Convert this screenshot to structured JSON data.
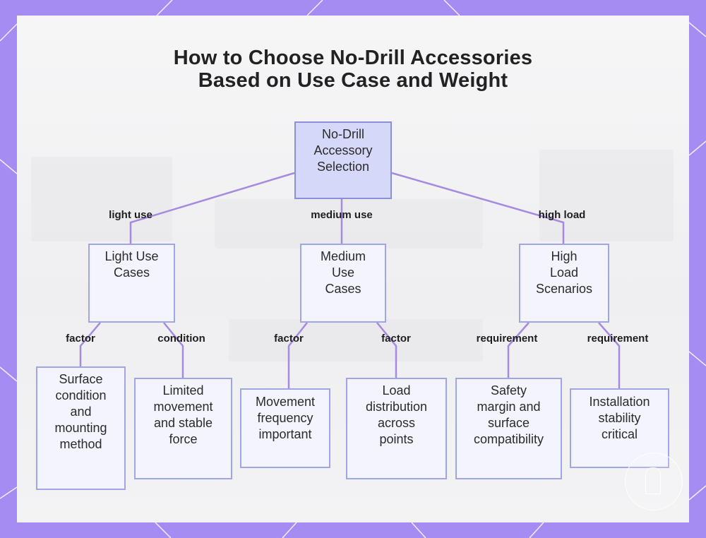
{
  "diagram": {
    "title_lines": [
      "How to Choose No-Drill Accessories",
      "Based on Use Case and Weight"
    ],
    "nodes": {
      "root": "No-Drill\nAccessory\nSelection",
      "light": "Light Use\nCases",
      "medium": "Medium\nUse\nCases",
      "high": "High\nLoad\nScenarios",
      "surface": "Surface\ncondition\nand\nmounting\nmethod",
      "limited": "Limited\nmovement\nand stable\nforce",
      "movement": "Movement\nfrequency\nimportant",
      "load": "Load\ndistribution\nacross\npoints",
      "safety": "Safety\nmargin and\nsurface\ncompatibility",
      "install": "Installation\nstability\ncritical"
    },
    "edges": [
      {
        "from": "root",
        "to": "light",
        "label": "light use"
      },
      {
        "from": "root",
        "to": "medium",
        "label": "medium use"
      },
      {
        "from": "root",
        "to": "high",
        "label": "high load"
      },
      {
        "from": "light",
        "to": "surface",
        "label": "factor"
      },
      {
        "from": "light",
        "to": "limited",
        "label": "condition"
      },
      {
        "from": "medium",
        "to": "movement",
        "label": "factor"
      },
      {
        "from": "medium",
        "to": "load",
        "label": "factor"
      },
      {
        "from": "high",
        "to": "safety",
        "label": "requirement"
      },
      {
        "from": "high",
        "to": "install",
        "label": "requirement"
      }
    ],
    "colors": {
      "background": "#a48cf2",
      "edge": "#a58ae0",
      "node_border": "#9fa6e3",
      "node_fill": "#f3f4fd",
      "root_fill": "#d6d8fa"
    }
  }
}
